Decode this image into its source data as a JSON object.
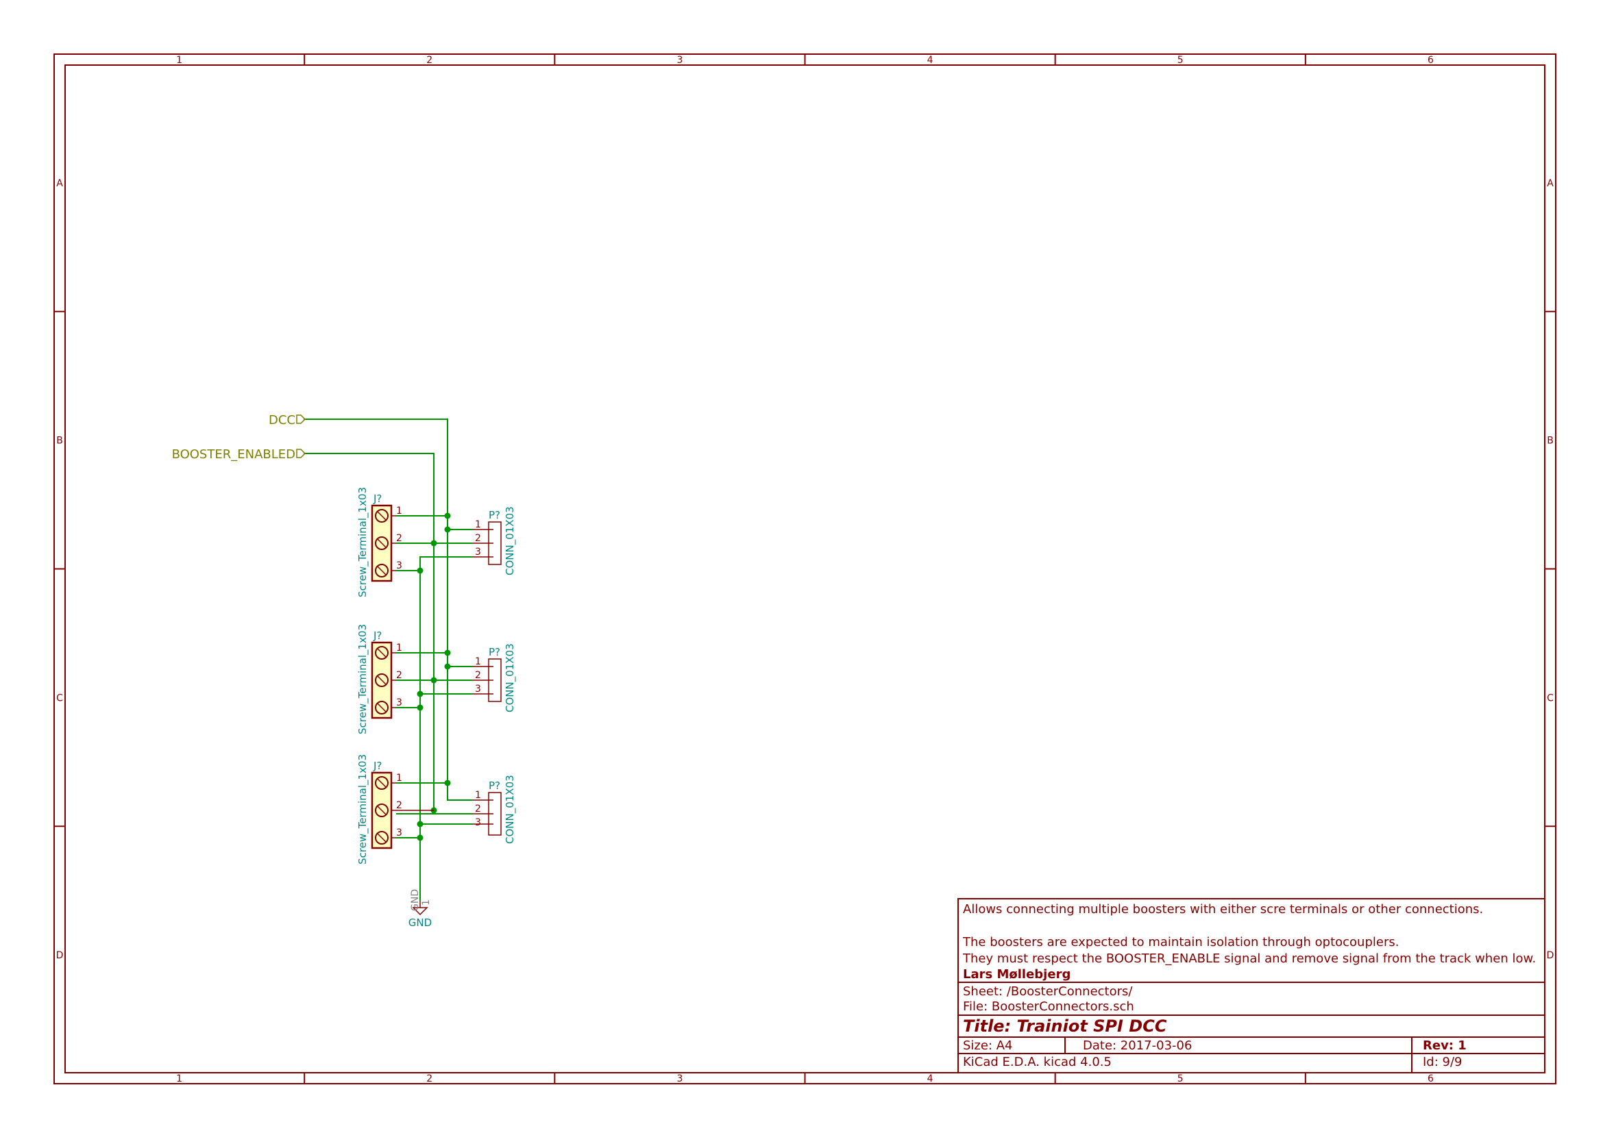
{
  "schematic": {
    "grid": {
      "columns": [
        "1",
        "2",
        "3",
        "4",
        "5",
        "6"
      ],
      "rows": [
        "A",
        "B",
        "C",
        "D"
      ]
    },
    "colors": {
      "frame": "#840000",
      "wire": "#009600",
      "net_label": "#7f7f00",
      "reference": "#008484",
      "terminal_fill": "#ffffc2"
    },
    "net_labels": {
      "dcc": "DCC",
      "booster_enabled": "BOOSTER_ENABLED"
    },
    "screw_terminals": [
      {
        "ref": "J?",
        "value": "Screw_Terminal_1x03",
        "pins": [
          "1",
          "2",
          "3"
        ]
      },
      {
        "ref": "J?",
        "value": "Screw_Terminal_1x03",
        "pins": [
          "1",
          "2",
          "3"
        ]
      },
      {
        "ref": "J?",
        "value": "Screw_Terminal_1x03",
        "pins": [
          "1",
          "2",
          "3"
        ]
      }
    ],
    "connectors": [
      {
        "ref": "P?",
        "value": "CONN_01X03",
        "pins": [
          "1",
          "2",
          "3"
        ]
      },
      {
        "ref": "P?",
        "value": "CONN_01X03",
        "pins": [
          "1",
          "2",
          "3"
        ]
      },
      {
        "ref": "P?",
        "value": "CONN_01X03",
        "pins": [
          "1",
          "2",
          "3"
        ]
      }
    ],
    "ground": {
      "label": "GND",
      "hidden_label": "GND",
      "pin": "1"
    }
  },
  "title_block": {
    "comments": [
      "Allows connecting multiple boosters with either scre terminals or other connections.",
      "",
      "The boosters are expected to maintain isolation through optocouplers.",
      "They must respect the BOOSTER_ENABLE signal and remove signal from the track when low."
    ],
    "company": "Lars Møllebjerg",
    "sheet": "Sheet: /BoosterConnectors/",
    "file": "File: BoosterConnectors.sch",
    "title": "Title: Trainiot SPI DCC",
    "size": "Size: A4",
    "date": "Date: 2017-03-06",
    "rev": "Rev: 1",
    "tool": "KiCad E.D.A.  kicad 4.0.5",
    "id": "Id: 9/9"
  }
}
